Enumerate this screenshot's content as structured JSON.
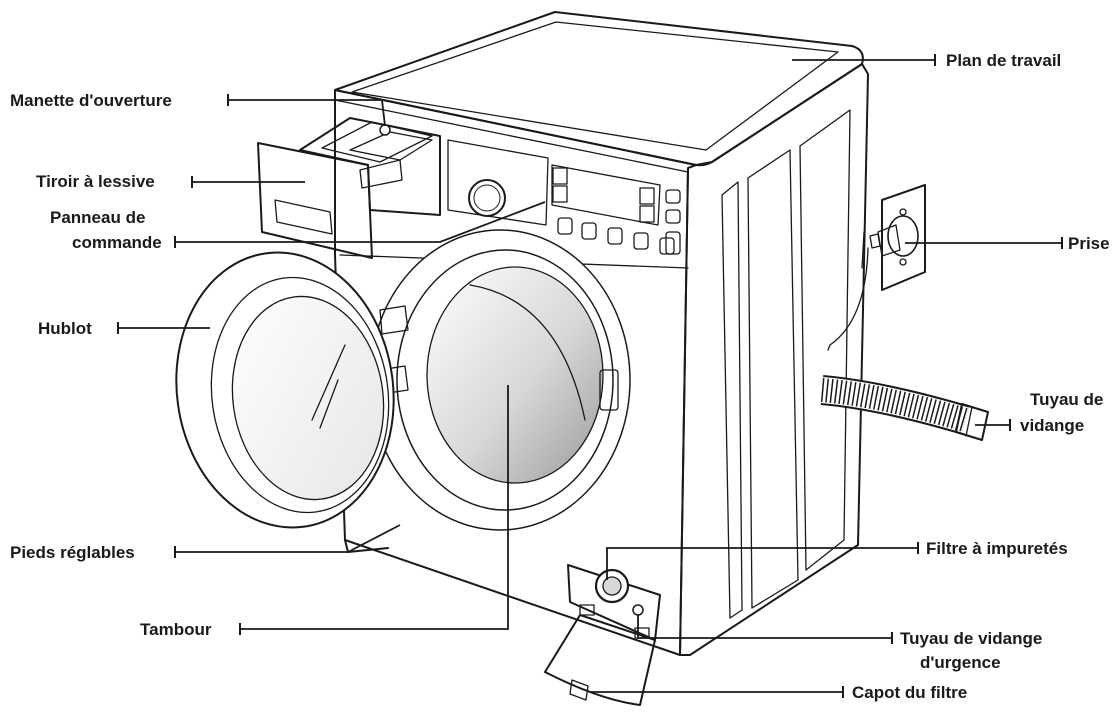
{
  "labels": {
    "plan_de_travail": "Plan de travail",
    "manette_ouverture": "Manette d'ouverture",
    "tiroir_lessive": "Tiroir à lessive",
    "panneau_commande_l1": "Panneau de",
    "panneau_commande_l2": "commande",
    "prise": "Prise",
    "hublot": "Hublot",
    "tuyau_vidange_l1": "Tuyau de",
    "tuyau_vidange_l2": "vidange",
    "filtre_impuretes": "Filtre à impuretés",
    "pieds_reglables": "Pieds réglables",
    "tambour": "Tambour",
    "tuyau_urgence_l1": "Tuyau de vidange",
    "tuyau_urgence_l2": "d'urgence",
    "capot_filtre": "Capot du filtre"
  },
  "colors": {
    "outline": "#1a1a1a",
    "drum_shade": "#b8b8b8",
    "background": "#ffffff"
  }
}
